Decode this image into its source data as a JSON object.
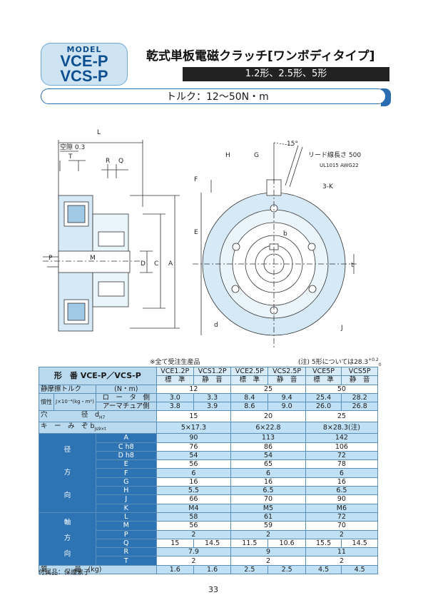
{
  "header": {
    "model_label": "MODEL",
    "model_line1": "VCE-P",
    "model_line2": "VCS-P",
    "title": "乾式単板電磁クラッチ[ワンボディタイプ]",
    "subtitle": "1.2形、2.5形、5形",
    "torque": "トルク：12〜50N・m"
  },
  "drawing": {
    "L": "L",
    "gap": "空隙 0.3",
    "T": "T",
    "R": "R",
    "Q": "Q",
    "P": "P",
    "M": "M",
    "D": "D",
    "C": "C",
    "A": "A",
    "H": "H",
    "G": "G",
    "angle": "15°",
    "lead": "リード線長さ 500",
    "lead_spec": "UL1015 AWG22",
    "hole": "3-K",
    "F": "F",
    "E": "E",
    "b": "b",
    "t": "t",
    "d": "d",
    "J": "J"
  },
  "notes": {
    "left": "※全て受注生産品",
    "right": "(注) 5形については28.3",
    "right_sup": "+0.2",
    "right_sub": "0"
  },
  "table": {
    "model_header": "形　番 VCE-P／VCS-P",
    "models": [
      "VCE1.2P",
      "VCS1.2P",
      "VCE2.5P",
      "VCS2.5P",
      "VCE5P",
      "VCS5P"
    ],
    "types": [
      "標　準",
      "静　音",
      "標　準",
      "静　音",
      "標　準",
      "静　音"
    ],
    "torque_label": "静摩擦トルク",
    "torque_unit": "(N・m)",
    "torque_values": [
      "12",
      "25",
      "50"
    ],
    "inertia_label": "慣性",
    "inertia_unit": "J×10⁻⁴(kg・m²)",
    "rotor_label": "ロ　ー　タ　側",
    "rotor_values": [
      "3.0",
      "3.3",
      "8.4",
      "9.4",
      "25.4",
      "28.2"
    ],
    "armature_label": "アーマチュア側",
    "armature_values": [
      "3.8",
      "3.9",
      "8.6",
      "9.0",
      "26.0",
      "26.8"
    ],
    "bore_label": "穴　　　　　径　d",
    "bore_sub": "H7",
    "bore_values": [
      "15",
      "20",
      "25"
    ],
    "key_label": "キ　ー　み　ぞ b",
    "key_sub": "Js9×t",
    "key_values": [
      "5×17.3",
      "6×22.8",
      "8×28.3(注)"
    ],
    "radial_label": [
      "径",
      "方",
      "向"
    ],
    "radial_rows": [
      {
        "k": "A",
        "v": [
          "90",
          "113",
          "142"
        ]
      },
      {
        "k": "C h8",
        "v": [
          "76",
          "86",
          "106"
        ]
      },
      {
        "k": "D h8",
        "v": [
          "54",
          "54",
          "72"
        ]
      },
      {
        "k": "E",
        "v": [
          "56",
          "65",
          "78"
        ]
      },
      {
        "k": "F",
        "v": [
          "6",
          "6",
          "6"
        ]
      },
      {
        "k": "G",
        "v": [
          "16",
          "16",
          "16"
        ]
      },
      {
        "k": "H",
        "v": [
          "5.5",
          "6.5",
          "6.5"
        ]
      },
      {
        "k": "J",
        "v": [
          "66",
          "70",
          "90"
        ]
      },
      {
        "k": "K",
        "v": [
          "M4",
          "M5",
          "M6"
        ]
      }
    ],
    "axial_label": [
      "軸",
      "方",
      "向"
    ],
    "axial_rows": [
      {
        "k": "L",
        "v": [
          "58",
          "61",
          "72"
        ]
      },
      {
        "k": "M",
        "v": [
          "56",
          "59",
          "70"
        ]
      },
      {
        "k": "P",
        "v": [
          "2",
          "2",
          "2"
        ]
      }
    ],
    "q_row": {
      "k": "Q",
      "v": [
        "15",
        "14.5",
        "11.5",
        "10.6",
        "15.5",
        "14.5"
      ]
    },
    "r_row": {
      "k": "R",
      "v": [
        "7.9",
        "9",
        "11"
      ]
    },
    "t_row": {
      "k": "T",
      "v": [
        "2",
        "2",
        "2"
      ]
    },
    "mass_label": "質　　　　量　(kg)",
    "mass_values": [
      "1.6",
      "1.6",
      "2.5",
      "2.5",
      "4.5",
      "4.5"
    ]
  },
  "footer_note": "付属品：保護素子",
  "page_number": "33"
}
